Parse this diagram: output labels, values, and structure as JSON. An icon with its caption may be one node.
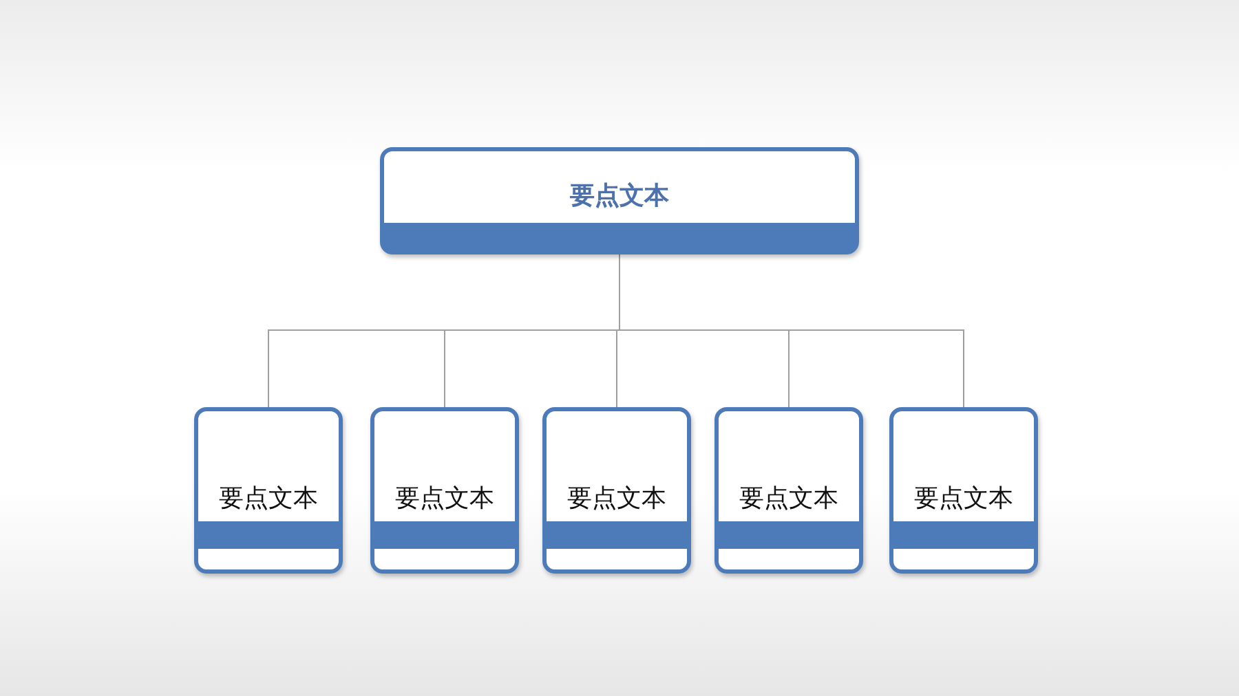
{
  "diagram": {
    "nodes": [
      {
        "text": [
          "要点文本"
        ]
      },
      {
        "text": [
          "要点文本"
        ]
      },
      {
        "text": [
          "要点文本"
        ]
      },
      {
        "text": [
          "要点文本"
        ]
      },
      {
        "text": [
          "要点文本"
        ]
      },
      {
        "text": [
          "要点文本"
        ]
      }
    ],
    "edges": [
      {
        "from": 0,
        "to": 1,
        "arrow": "none"
      },
      {
        "from": 0,
        "to": 2,
        "arrow": "none"
      },
      {
        "from": 0,
        "to": 3,
        "arrow": "none"
      },
      {
        "from": 0,
        "to": 4,
        "arrow": "none"
      },
      {
        "from": 0,
        "to": 5,
        "arrow": "none"
      }
    ]
  }
}
